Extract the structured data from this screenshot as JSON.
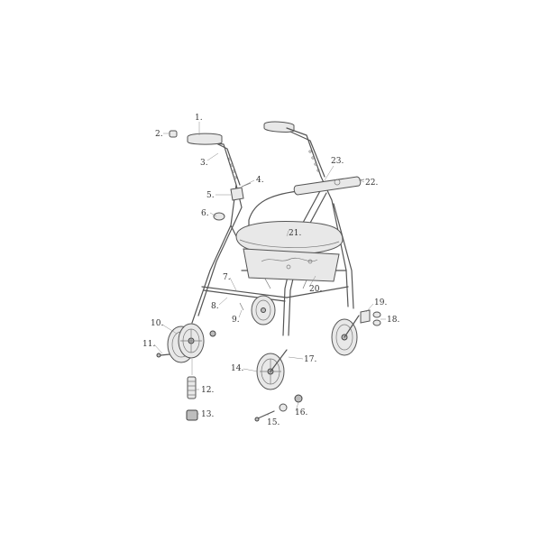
{
  "diagram": {
    "colors": {
      "line": "#555555",
      "label": "#333333",
      "background": "#ffffff"
    },
    "labels": {
      "p1": "1.",
      "p2": "2.",
      "p3": "3.",
      "p4": "4.",
      "p5": "5.",
      "p6": "6.",
      "p7": "7.",
      "p8": "8.",
      "p9": "9.",
      "p10": "10.",
      "p11": "11.",
      "p12": "12.",
      "p13": "13.",
      "p14": "14.",
      "p15": "15.",
      "p16": "16.",
      "p17": "17.",
      "p18": "18.",
      "p19": "19.",
      "p20": "20.",
      "p21": "21.",
      "p22": "22.",
      "p23": "23."
    }
  }
}
